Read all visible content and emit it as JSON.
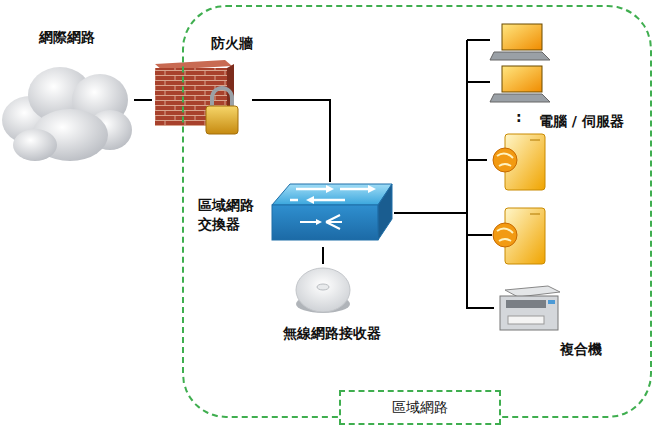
{
  "diagram": {
    "nodes": [
      {
        "text": [
          "網際網路"
        ]
      },
      {
        "text": [
          "區域網路"
        ]
      },
      {
        "text": [
          "防火牆"
        ],
        "in": 1
      },
      {
        "text": [
          "區域網路 交換器"
        ],
        "in": 1
      },
      {
        "text": [
          "無線網路接收器"
        ],
        "in": 1
      },
      {
        "text": [
          "電腦 / 伺服器"
        ],
        "in": 1
      },
      {
        "text": [
          "複合機"
        ],
        "in": 1
      }
    ],
    "edges": [
      {
        "from": 0,
        "to": 2,
        "arrow": "none"
      },
      {
        "from": 2,
        "to": 3,
        "arrow": "none"
      },
      {
        "from": 3,
        "to": 4,
        "arrow": "none"
      },
      {
        "from": 3,
        "to": 5,
        "arrow": "none"
      },
      {
        "from": 3,
        "to": 6,
        "arrow": "none"
      }
    ],
    "labels": [
      ":"
    ]
  }
}
